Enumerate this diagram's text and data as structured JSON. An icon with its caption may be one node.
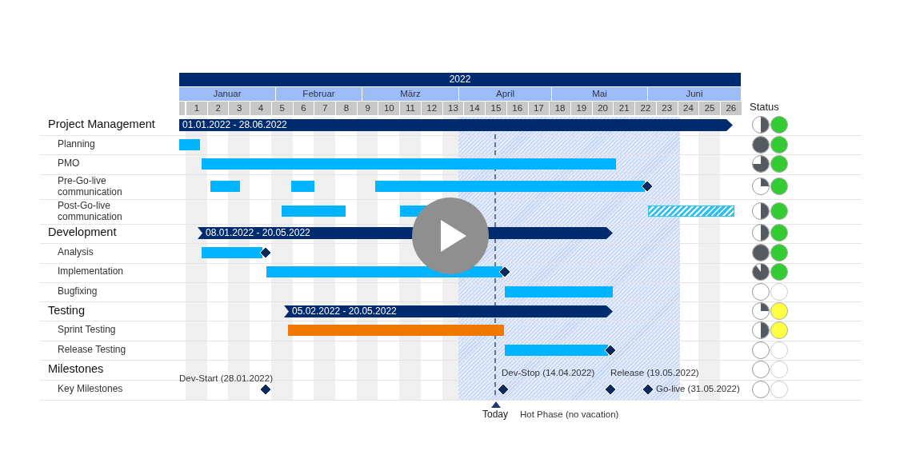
{
  "diagram": {
    "nodes": [
      {
        "text": [
          "Project Management"
        ]
      },
      {
        "text": [
          "01.01.2022 - 28.06.2022"
        ]
      },
      {
        "text": [
          "Planning"
        ]
      },
      {
        "text": [],
        "shape": "bar"
      },
      {
        "text": [
          "PMO"
        ]
      },
      {
        "text": [],
        "shape": "bar"
      },
      {
        "text": [
          "Pre-Go-live communication"
        ]
      },
      {
        "text": [],
        "shape": "bar"
      },
      {
        "text": [],
        "shape": "bar"
      },
      {
        "text": [],
        "shape": "bar"
      },
      {
        "text": [],
        "shape": "diamond"
      },
      {
        "text": [
          "Post-Go-live communication"
        ]
      },
      {
        "text": [],
        "shape": "bar"
      },
      {
        "text": [],
        "shape": "bar"
      },
      {
        "text": [],
        "shape": "bar"
      },
      {
        "text": [
          "Development"
        ]
      },
      {
        "text": [
          "08.01.2022 - 20.05.2022"
        ]
      },
      {
        "text": [
          "Analysis"
        ]
      },
      {
        "text": [],
        "shape": "bar"
      },
      {
        "text": [],
        "shape": "diamond"
      },
      {
        "text": [
          "Implementation"
        ]
      },
      {
        "text": [],
        "shape": "bar"
      },
      {
        "text": [],
        "shape": "diamond"
      },
      {
        "text": [
          "Bugfixing"
        ]
      },
      {
        "text": [],
        "shape": "bar"
      },
      {
        "text": [
          "Testing"
        ]
      },
      {
        "text": [
          "05.02.2022 - 20.05.2022"
        ]
      },
      {
        "text": [
          "Sprint Testing"
        ]
      },
      {
        "text": [],
        "shape": "bar"
      },
      {
        "text": [
          "Release Testing"
        ]
      },
      {
        "text": [],
        "shape": "bar"
      },
      {
        "text": [],
        "shape": "diamond"
      },
      {
        "text": [
          "Milestones"
        ]
      },
      {
        "text": [
          "Key Milestones"
        ]
      },
      {
        "text": [],
        "shape": "diamond",
        "beside": [
          "Dev-Start (28.01.2022)"
        ]
      },
      {
        "text": [],
        "shape": "diamond",
        "beside": [
          "Dev-Stop (14.04.2022)"
        ]
      },
      {
        "text": [],
        "shape": "diamond",
        "beside": [
          "Release (19.05.2022)"
        ]
      },
      {
        "text": [],
        "shape": "diamond",
        "beside": [
          "Go-live (31.05.2022)"
        ]
      }
    ],
    "labels": [
      "2022",
      "Januar",
      "Februar",
      "März",
      "April",
      "Mai",
      "Juni",
      "1",
      "2",
      "3",
      "4",
      "5",
      "6",
      "7",
      "8",
      "9",
      "10",
      "11",
      "12",
      "13",
      "14",
      "15",
      "16",
      "17",
      "18",
      "19",
      "20",
      "21",
      "22",
      "23",
      "24",
      "25",
      "26",
      "Status",
      "Today",
      "Hot Phase (no vacation)"
    ]
  }
}
